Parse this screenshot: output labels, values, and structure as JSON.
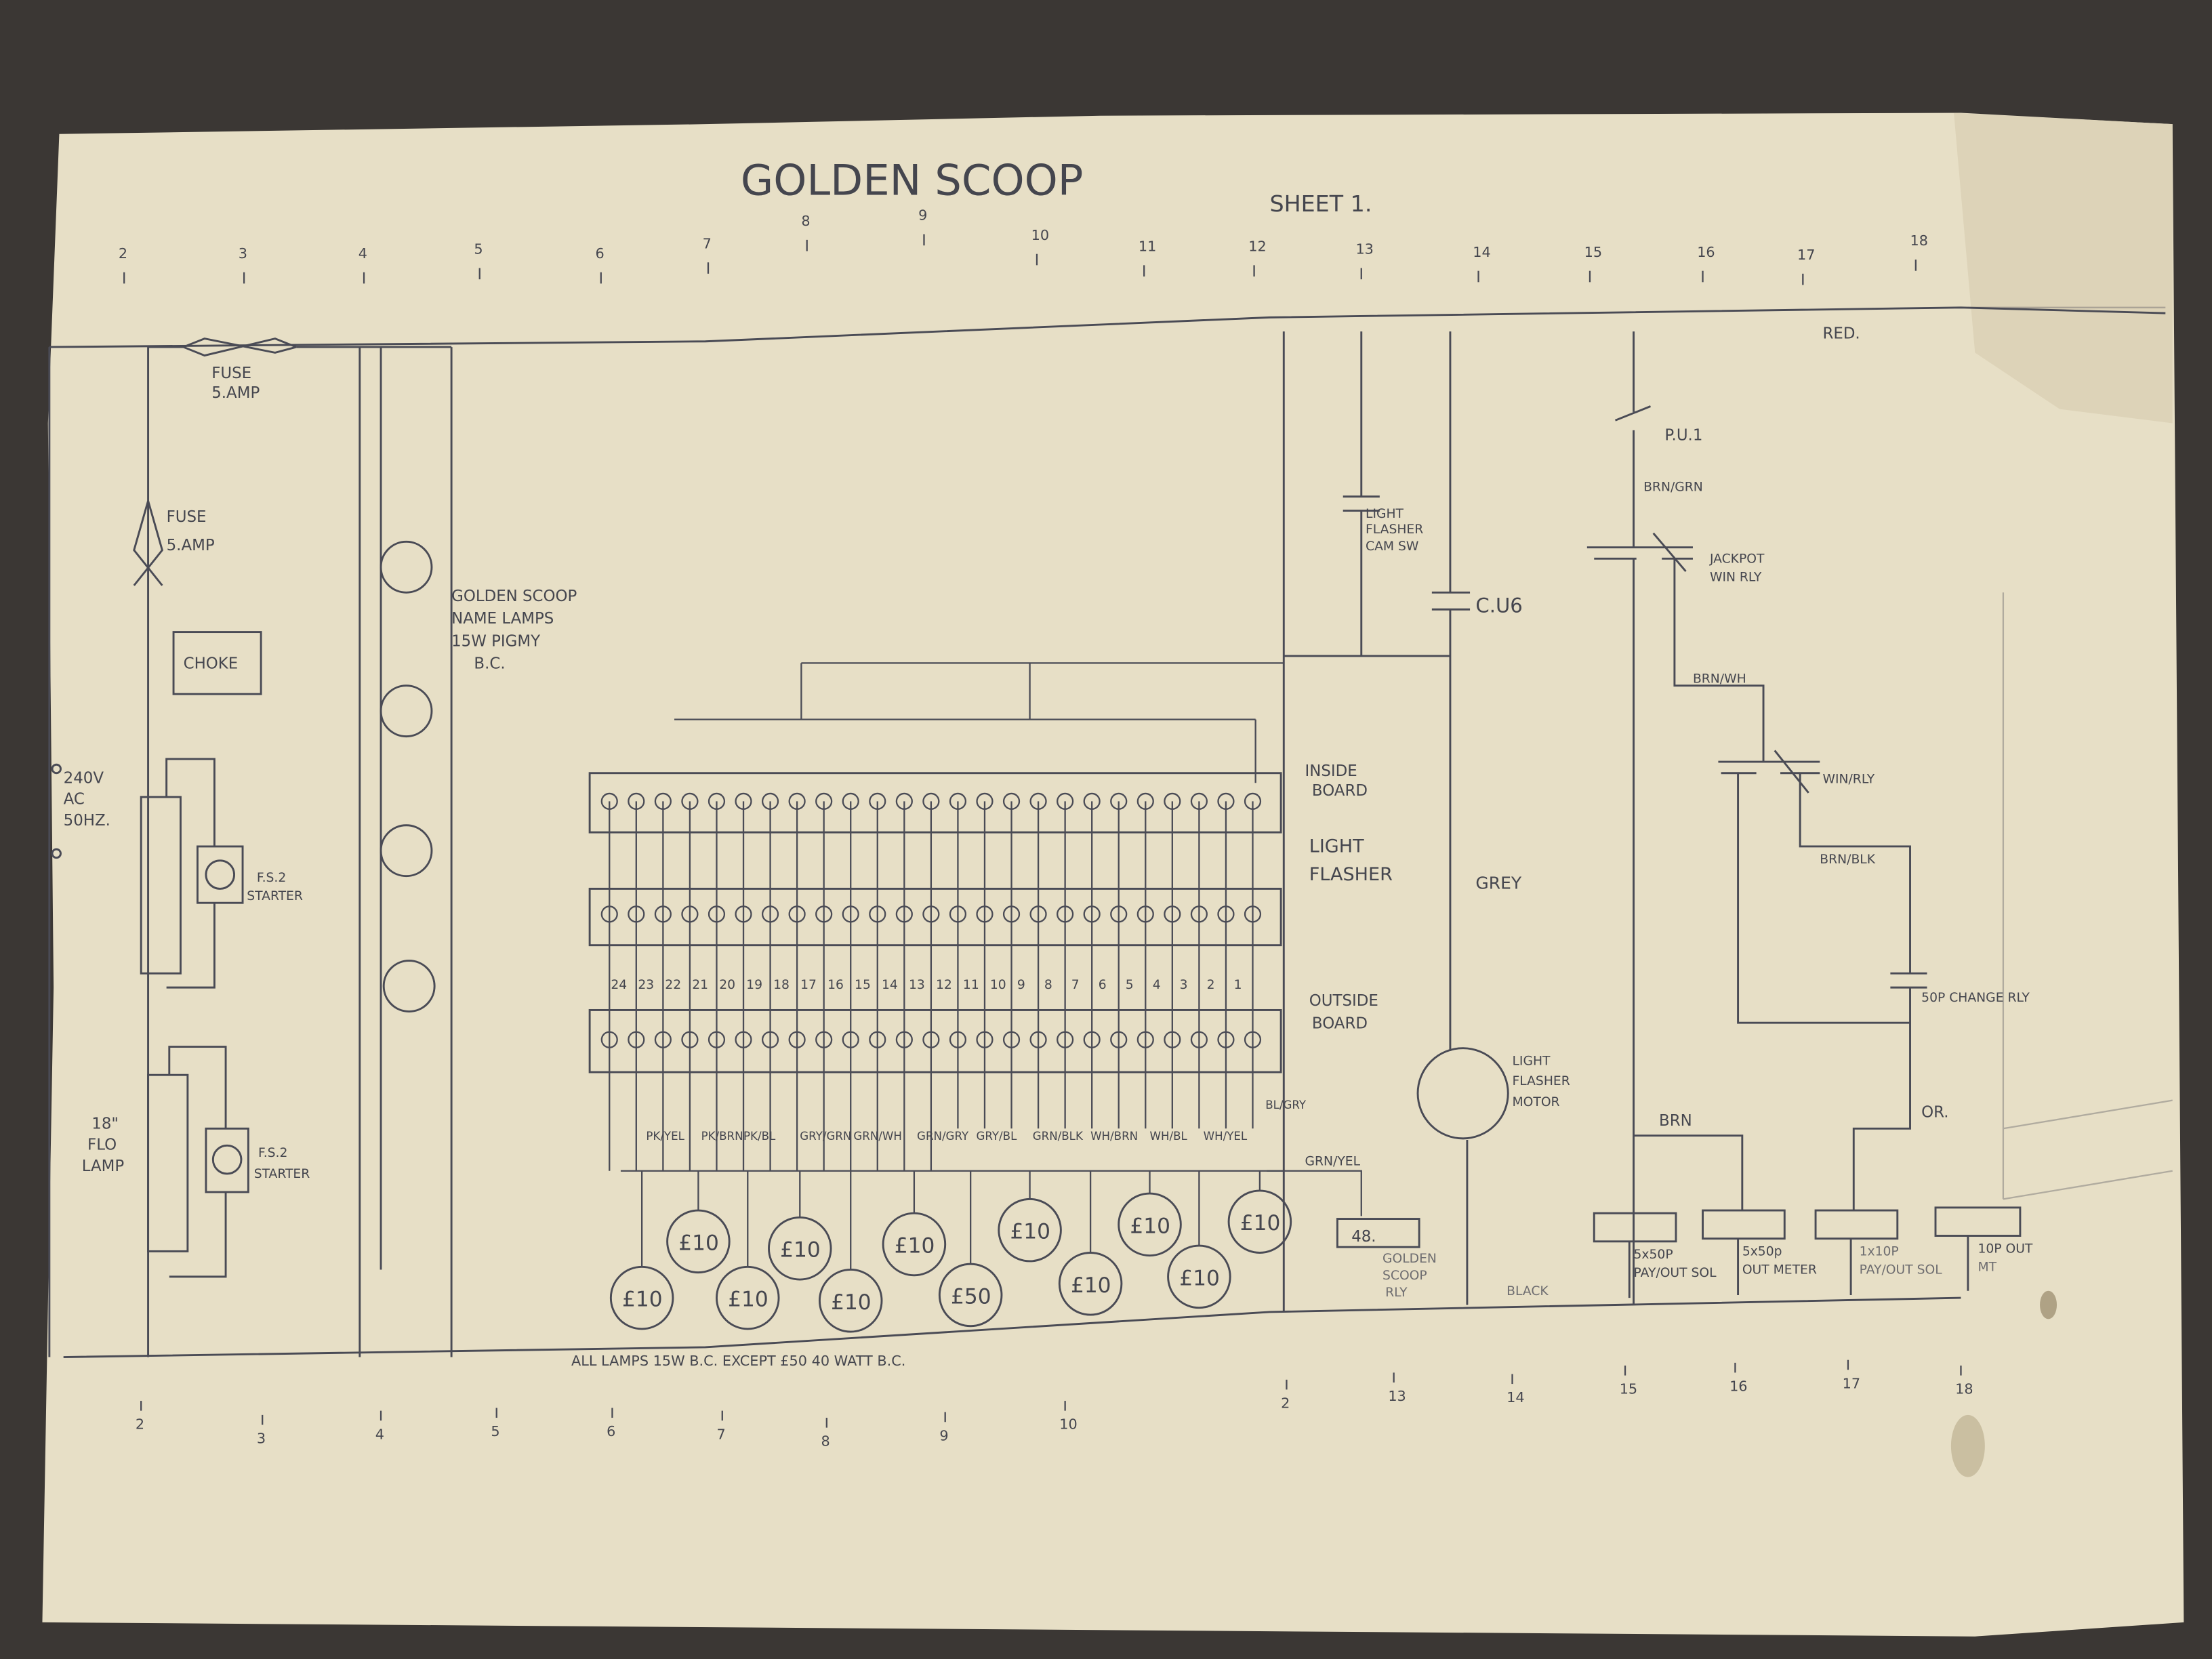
{
  "title": "GOLDEN SCOOP",
  "sheet": "SHEET 1.",
  "top_columns": [
    "2",
    "3",
    "4",
    "5",
    "6",
    "7",
    "8",
    "9",
    "10",
    "11",
    "12",
    "13",
    "14",
    "15",
    "16",
    "17",
    "18"
  ],
  "bottom_columns": [
    "2",
    "3",
    "4",
    "5",
    "6",
    "7",
    "8",
    "9",
    "10",
    "2",
    "13",
    "14",
    "15",
    "16",
    "17",
    "18"
  ],
  "labels": {
    "red": "RED.",
    "fuse1": "FUSE",
    "fuse1_rating": "5.AMP",
    "fuse2": "FUSE",
    "fuse2_rating": "5.AMP",
    "choke": "CHOKE",
    "supply": [
      "240V",
      "AC",
      "50HZ."
    ],
    "starter1": [
      "F.S.2",
      "STARTER"
    ],
    "starter2": [
      "F.S.2",
      "STARTER"
    ],
    "flo_lamp": [
      "18\"",
      "FLO",
      "LAMP"
    ],
    "name_lamps": [
      "GOLDEN SCOOP",
      "NAME LAMPS",
      "15W PIGMY",
      "B.C."
    ],
    "cam_sw": [
      "LIGHT",
      "FLASHER",
      "CAM SW"
    ],
    "cu6": "C.U6",
    "pu1": "P.U.1",
    "brn_grn": "BRN/GRN",
    "jackpot": [
      "JACKPOT",
      "WIN RLY"
    ],
    "brn_wh": "BRN/WH",
    "win_rly": "WIN/RLY",
    "brn_blk": "BRN/BLK",
    "change_rly": "50P CHANGE RLY",
    "inside_board": [
      "INSIDE",
      "BOARD"
    ],
    "light_flasher": [
      "LIGHT",
      "FLASHER"
    ],
    "outside_board": [
      "OUTSIDE",
      "BOARD"
    ],
    "grey": "GREY",
    "motor": [
      "LIGHT",
      "FLASHER",
      "MOTOR"
    ],
    "brn": "BRN",
    "or": "OR.",
    "grn_yel": "GRN/YEL",
    "box48": "48.",
    "golden_scoop_rly": [
      "GOLDEN",
      "SCOOP",
      "RLY"
    ],
    "black": "BLACK",
    "sol1": [
      "5x50P",
      "PAY/OUT SOL"
    ],
    "sol2": [
      "5x50p",
      "OUT METER"
    ],
    "sol3": [
      "1x10P",
      "PAY/OUT SOL"
    ],
    "sol4": [
      "10P OUT",
      "MT"
    ],
    "footnote": "ALL LAMPS 15W B.C. EXCEPT £50 40 WATT B.C."
  },
  "terminal_numbers": [
    "24",
    "23",
    "22",
    "21",
    "20",
    "19",
    "18",
    "17",
    "16",
    "15",
    "14",
    "13",
    "12",
    "11",
    "10",
    "9",
    "8",
    "7",
    "6",
    "5",
    "4",
    "3",
    "2",
    "1"
  ],
  "wire_colors": [
    "PK/YEL",
    "PK/BRN",
    "PK/BL",
    "GRY/GRN",
    "GRN/WH",
    "GRN/GRY",
    "GRY/BL",
    "GRN/BLK",
    "WH/BRN",
    "WH/BL",
    "WH/YEL",
    "BL/GRY"
  ],
  "lamps_top": [
    "£10",
    "£10",
    "£10",
    "£10",
    "£10",
    "£10"
  ],
  "lamps_bottom": [
    "£10",
    "£10",
    "£10",
    "£50",
    "£10",
    "£10"
  ]
}
